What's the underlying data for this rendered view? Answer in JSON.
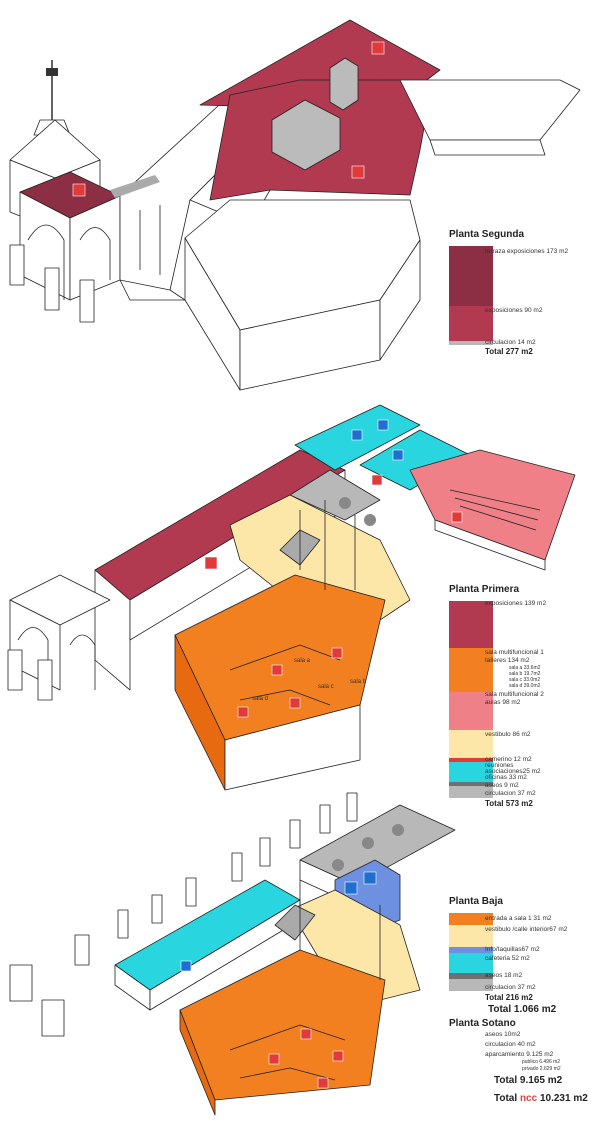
{
  "colors": {
    "exposiciones_dark": "#8c2f45",
    "exposiciones": "#b23a50",
    "orange": "#f28020",
    "pink": "#ef8088",
    "vestibulo": "#fde7a8",
    "cyan": "#29d6e0",
    "grey": "#b8b8b8",
    "dark_grey": "#707070",
    "blue": "#6e90e0",
    "red_accent": "#e03a3a"
  },
  "segunda": {
    "title": "Planta Segunda",
    "items": [
      "terraza exposiciones 173 m2",
      "exposiciones 90 m2",
      "circulacion 14 m2"
    ],
    "total": "Total 277 m2"
  },
  "primera": {
    "title": "Planta Primera",
    "exposiciones": "exposiciones 139 m2",
    "sala1": "sala multifuncional 1",
    "talleres": "talleres 134 m2",
    "salas": [
      "sala a 33.6m2",
      "sala b 19.7m2",
      "sala c 33.0m2",
      "sala d 39.0m2"
    ],
    "sala2": "sala multifuncional 2",
    "aulas": "aulas 98 m2",
    "vestibulo": "vestibulo 86 m2",
    "camerino": "camerino 12 m2",
    "reuniones": "reuniones",
    "asociaciones": "asociaciones25 m2",
    "oficinas": "oficinas 33 m2",
    "aseos": "aseos 9 m2",
    "circulacion": "circulacion 37 m2",
    "total": "Total 573 m2",
    "drawing_labels": [
      "sala a",
      "sala b",
      "sala c",
      "sala d"
    ]
  },
  "baja": {
    "title": "Planta Baja",
    "items": [
      "entrada a sala 1 31 m2",
      "vestibulo /calle interior67 m2",
      "Info/taquillas67 m2",
      "cafeteria 52 m2",
      "aseos 18 m2",
      "circulacion 37 m2"
    ],
    "total": "Total 216 m2",
    "grand": "Total 1.066 m2"
  },
  "sotano": {
    "title": "Planta Sotano",
    "aseos": "aseos 10m2",
    "circulacion": "circulacion 40 m2",
    "aparcamiento": "aparcamiento 9.125 m2",
    "publico": "publico 6.496 m2",
    "privado": "privado 2.629 m2",
    "total": "Total 9.165 m2",
    "ncc_prefix": "Total ",
    "ncc": "ncc",
    "ncc_value": "10.231 m2"
  }
}
